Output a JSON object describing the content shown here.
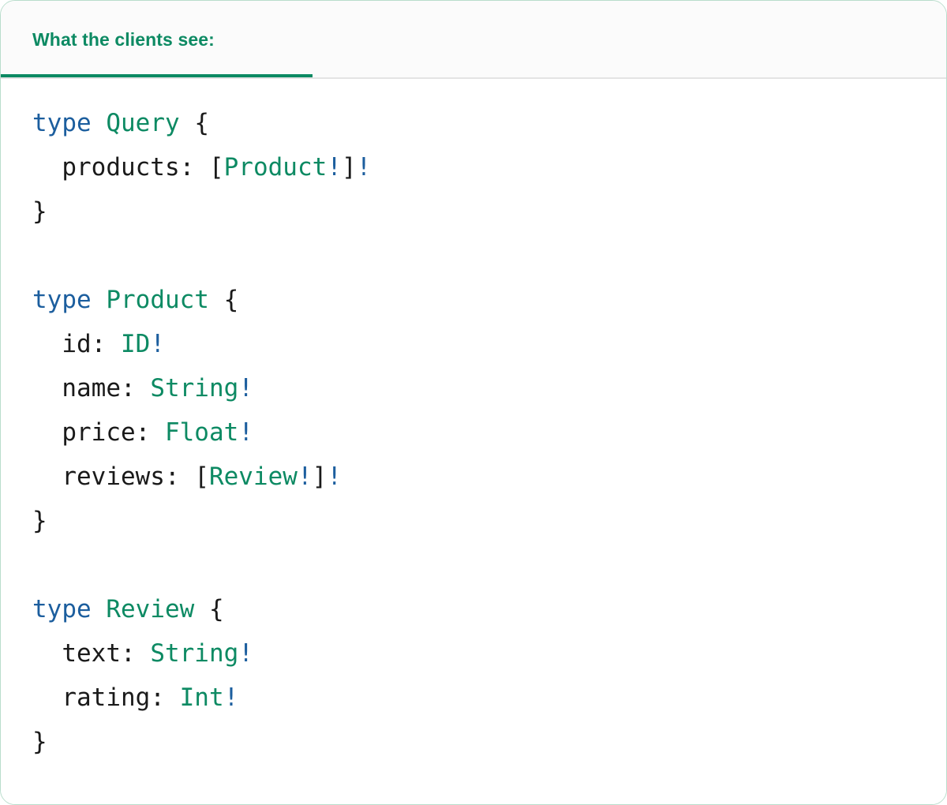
{
  "card": {
    "border_color": "#b9ddcc",
    "background": "#ffffff"
  },
  "header": {
    "background": "#fbfbfb",
    "active_tab_label": "What the clients see:",
    "accent_color": "#0d8a63",
    "divider_color": "#e4e4e4"
  },
  "syntax_colors": {
    "keyword": "#1c5e9e",
    "type_name": "#0d8a63",
    "bang": "#1c5e9e",
    "punctuation": "#1a1a1a",
    "field": "#1a1a1a"
  },
  "code": {
    "language": "graphql",
    "raw": "type Query {\n  products: [Product!]!\n}\n\ntype Product {\n  id: ID!\n  name: String!\n  price: Float!\n  reviews: [Review!]!\n}\n\ntype Review {\n  text: String!\n  rating: Int!\n}",
    "lines": [
      {
        "id": "l1",
        "tokens": [
          {
            "t": "type",
            "c": "keyword"
          },
          {
            "t": " ",
            "c": "plain"
          },
          {
            "t": "Query",
            "c": "type"
          },
          {
            "t": " {",
            "c": "punct"
          }
        ]
      },
      {
        "id": "l2",
        "tokens": [
          {
            "t": "  products: ",
            "c": "field"
          },
          {
            "t": "[",
            "c": "punct"
          },
          {
            "t": "Product",
            "c": "type"
          },
          {
            "t": "!",
            "c": "bang"
          },
          {
            "t": "]",
            "c": "punct"
          },
          {
            "t": "!",
            "c": "bang"
          }
        ]
      },
      {
        "id": "l3",
        "tokens": [
          {
            "t": "}",
            "c": "punct"
          }
        ]
      },
      {
        "id": "l4",
        "tokens": []
      },
      {
        "id": "l5",
        "tokens": [
          {
            "t": "type",
            "c": "keyword"
          },
          {
            "t": " ",
            "c": "plain"
          },
          {
            "t": "Product",
            "c": "type"
          },
          {
            "t": " {",
            "c": "punct"
          }
        ]
      },
      {
        "id": "l6",
        "tokens": [
          {
            "t": "  id: ",
            "c": "field"
          },
          {
            "t": "ID",
            "c": "type"
          },
          {
            "t": "!",
            "c": "bang"
          }
        ]
      },
      {
        "id": "l7",
        "tokens": [
          {
            "t": "  name: ",
            "c": "field"
          },
          {
            "t": "String",
            "c": "type"
          },
          {
            "t": "!",
            "c": "bang"
          }
        ]
      },
      {
        "id": "l8",
        "tokens": [
          {
            "t": "  price: ",
            "c": "field"
          },
          {
            "t": "Float",
            "c": "type"
          },
          {
            "t": "!",
            "c": "bang"
          }
        ]
      },
      {
        "id": "l9",
        "tokens": [
          {
            "t": "  reviews: ",
            "c": "field"
          },
          {
            "t": "[",
            "c": "punct"
          },
          {
            "t": "Review",
            "c": "type"
          },
          {
            "t": "!",
            "c": "bang"
          },
          {
            "t": "]",
            "c": "punct"
          },
          {
            "t": "!",
            "c": "bang"
          }
        ]
      },
      {
        "id": "l10",
        "tokens": [
          {
            "t": "}",
            "c": "punct"
          }
        ]
      },
      {
        "id": "l11",
        "tokens": []
      },
      {
        "id": "l12",
        "tokens": [
          {
            "t": "type",
            "c": "keyword"
          },
          {
            "t": " ",
            "c": "plain"
          },
          {
            "t": "Review",
            "c": "type"
          },
          {
            "t": " {",
            "c": "punct"
          }
        ]
      },
      {
        "id": "l13",
        "tokens": [
          {
            "t": "  text: ",
            "c": "field"
          },
          {
            "t": "String",
            "c": "type"
          },
          {
            "t": "!",
            "c": "bang"
          }
        ]
      },
      {
        "id": "l14",
        "tokens": [
          {
            "t": "  rating: ",
            "c": "field"
          },
          {
            "t": "Int",
            "c": "type"
          },
          {
            "t": "!",
            "c": "bang"
          }
        ]
      },
      {
        "id": "l15",
        "tokens": [
          {
            "t": "}",
            "c": "punct"
          }
        ]
      }
    ]
  }
}
